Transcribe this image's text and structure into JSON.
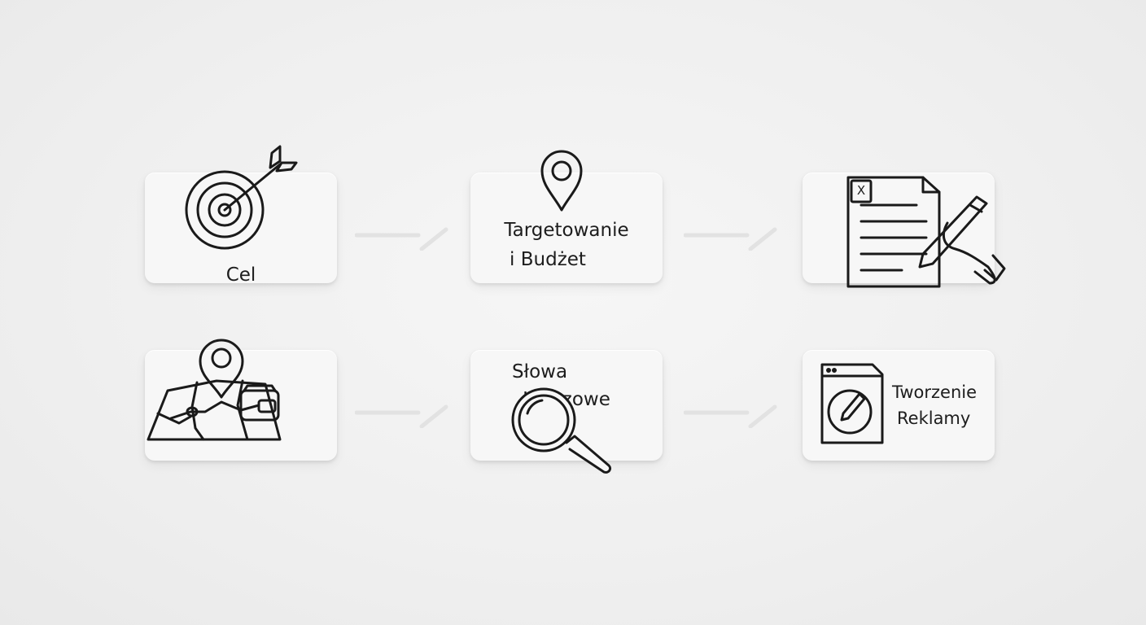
{
  "steps": {
    "goal": {
      "label": "Cel"
    },
    "targeting": {
      "label_line1": "Targetowanie",
      "label_line2": "i Budżet"
    },
    "document": {
      "icon_letter": "X"
    },
    "map_budget": {},
    "keywords": {
      "label_line1": "Słowa",
      "label_line2": "Kluczowe"
    },
    "ad_creation": {
      "label_line1": "Tworzenie",
      "label_line2": "Reklamy"
    }
  },
  "colors": {
    "stroke": "#1a1a1a",
    "card": "#f7f7f7",
    "background": "#efefef"
  }
}
